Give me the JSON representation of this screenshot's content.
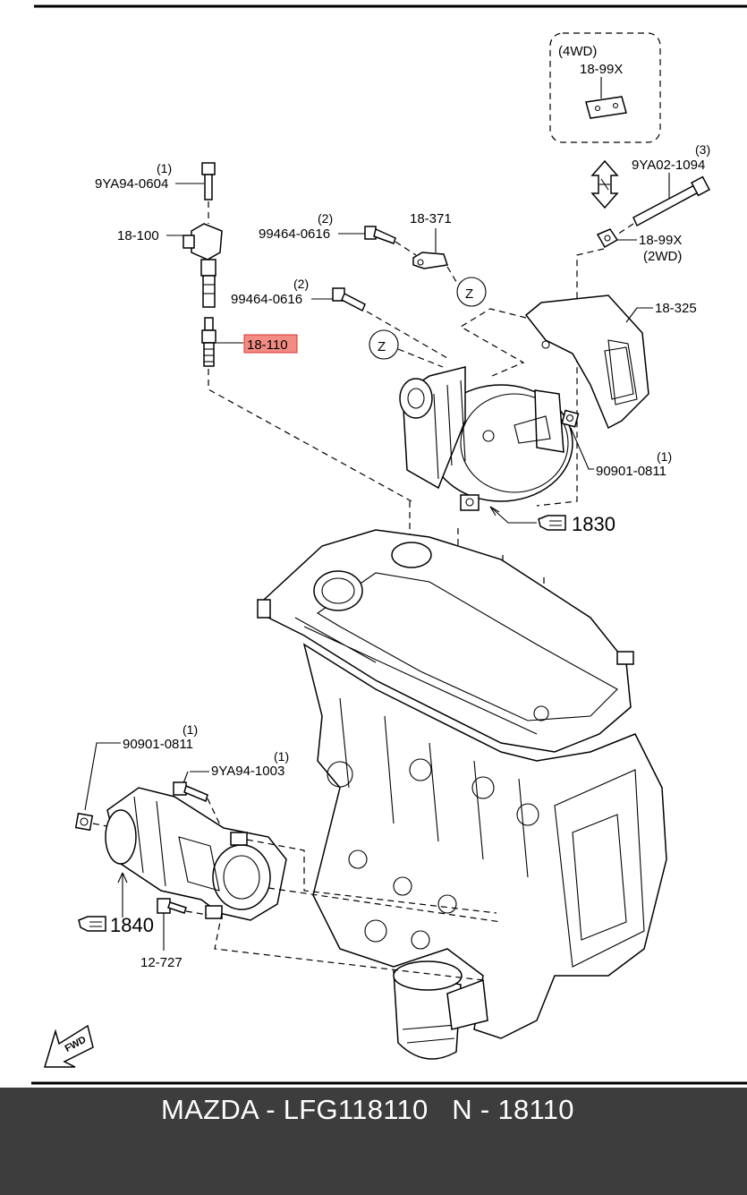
{
  "variant_box": {
    "title": "(4WD)",
    "part": "18-99X"
  },
  "parts": {
    "bolt_top_left": {
      "qty": "(1)",
      "code": "9YA94-0604"
    },
    "ignition_coil": {
      "code": "18-100"
    },
    "bolt_a": {
      "qty": "(2)",
      "code": "99464-0616"
    },
    "bracket": {
      "code": "18-371"
    },
    "bolt_b": {
      "qty": "(2)",
      "code": "99464-0616"
    },
    "spark_plug": {
      "code": "18-110"
    },
    "bolt_right": {
      "qty": "(3)",
      "code": "9YA02-1094"
    },
    "bracket_2wd": {
      "code": "18-99X",
      "note": "(2WD)"
    },
    "shield": {
      "code": "18-325"
    },
    "nut_right": {
      "qty": "(1)",
      "code": "90901-0811"
    },
    "alternator": {
      "code": "1830"
    },
    "nut_left": {
      "qty": "(1)",
      "code": "90901-0811"
    },
    "bolt_starter": {
      "qty": "(1)",
      "code": "9YA94-1003"
    },
    "starter": {
      "code": "1840"
    },
    "bolt_bottom": {
      "code": "12-727"
    },
    "callout_z1": "Z",
    "callout_z2": "Z",
    "fwd": "FWD"
  },
  "highlight_color": "#f28b82",
  "footer": {
    "text": "MAZDA - LFG118110   N - 18110"
  }
}
